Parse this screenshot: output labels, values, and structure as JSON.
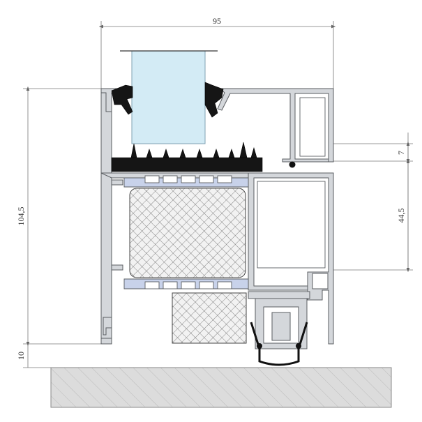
{
  "dimensions": {
    "width": "95",
    "height_total": "104,5",
    "bottom_gap": "10",
    "right_small": "7",
    "right_large": "44,5"
  },
  "colors": {
    "aluminium": "#d4d7db",
    "aluminium_stroke": "#5a5d61",
    "gasket": "#151515",
    "glass": "#d3ebf5",
    "thermal_break": "#c8d2ea",
    "insulation": "#f2f2f2",
    "floor": "#dcdcdc",
    "dimension_line": "#777777"
  }
}
